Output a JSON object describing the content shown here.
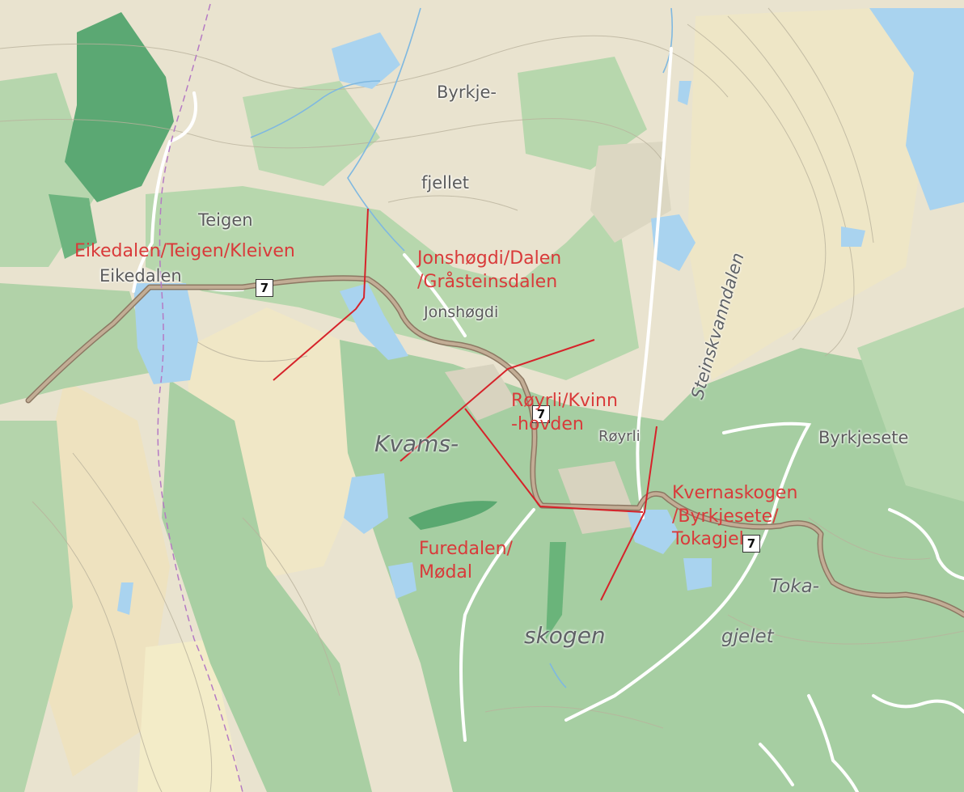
{
  "map": {
    "place_labels": {
      "teigen": "Teigen",
      "eikedalen": "Eikedalen",
      "jonshogdi": "Jonshøgdi",
      "royrli": "Røyrli",
      "byrkjesete": "Byrkjesete"
    },
    "terrain_labels": {
      "byrkje": "Byrkje-",
      "fjellet": "fjellet",
      "kvams": "Kvams-",
      "skogen": "skogen",
      "toka": "Toka-",
      "gjelet": "gjelet",
      "steinskvanndalen": "Steinskvanndalen"
    },
    "zone_labels": {
      "eikedalen_zone": "Eikedalen/Teigen/Kleiven",
      "jonshogdi_zone_1": "Jonshøgdi/Dalen",
      "jonshogdi_zone_2": "/Gråsteinsdalen",
      "royrli_zone_1": "Røyrli/Kvinn",
      "royrli_zone_2": "-hovden",
      "furedalen_zone_1": "Furedalen/",
      "furedalen_zone_2": "Mødal",
      "kvernaskogen_zone_1": "Kvernaskogen",
      "kvernaskogen_zone_2": "/Byrkjesete/",
      "kvernaskogen_zone_3": "Tokagjel"
    },
    "route_number": "7",
    "colors": {
      "zone_line": "#d6232a",
      "zone_text": "#d93a3a",
      "water": "#a9d3ef",
      "forest": "#a7cfa5",
      "dense_forest": "#5aa872",
      "terrain": "#e7dcc0",
      "road": "#b8a38f"
    }
  }
}
